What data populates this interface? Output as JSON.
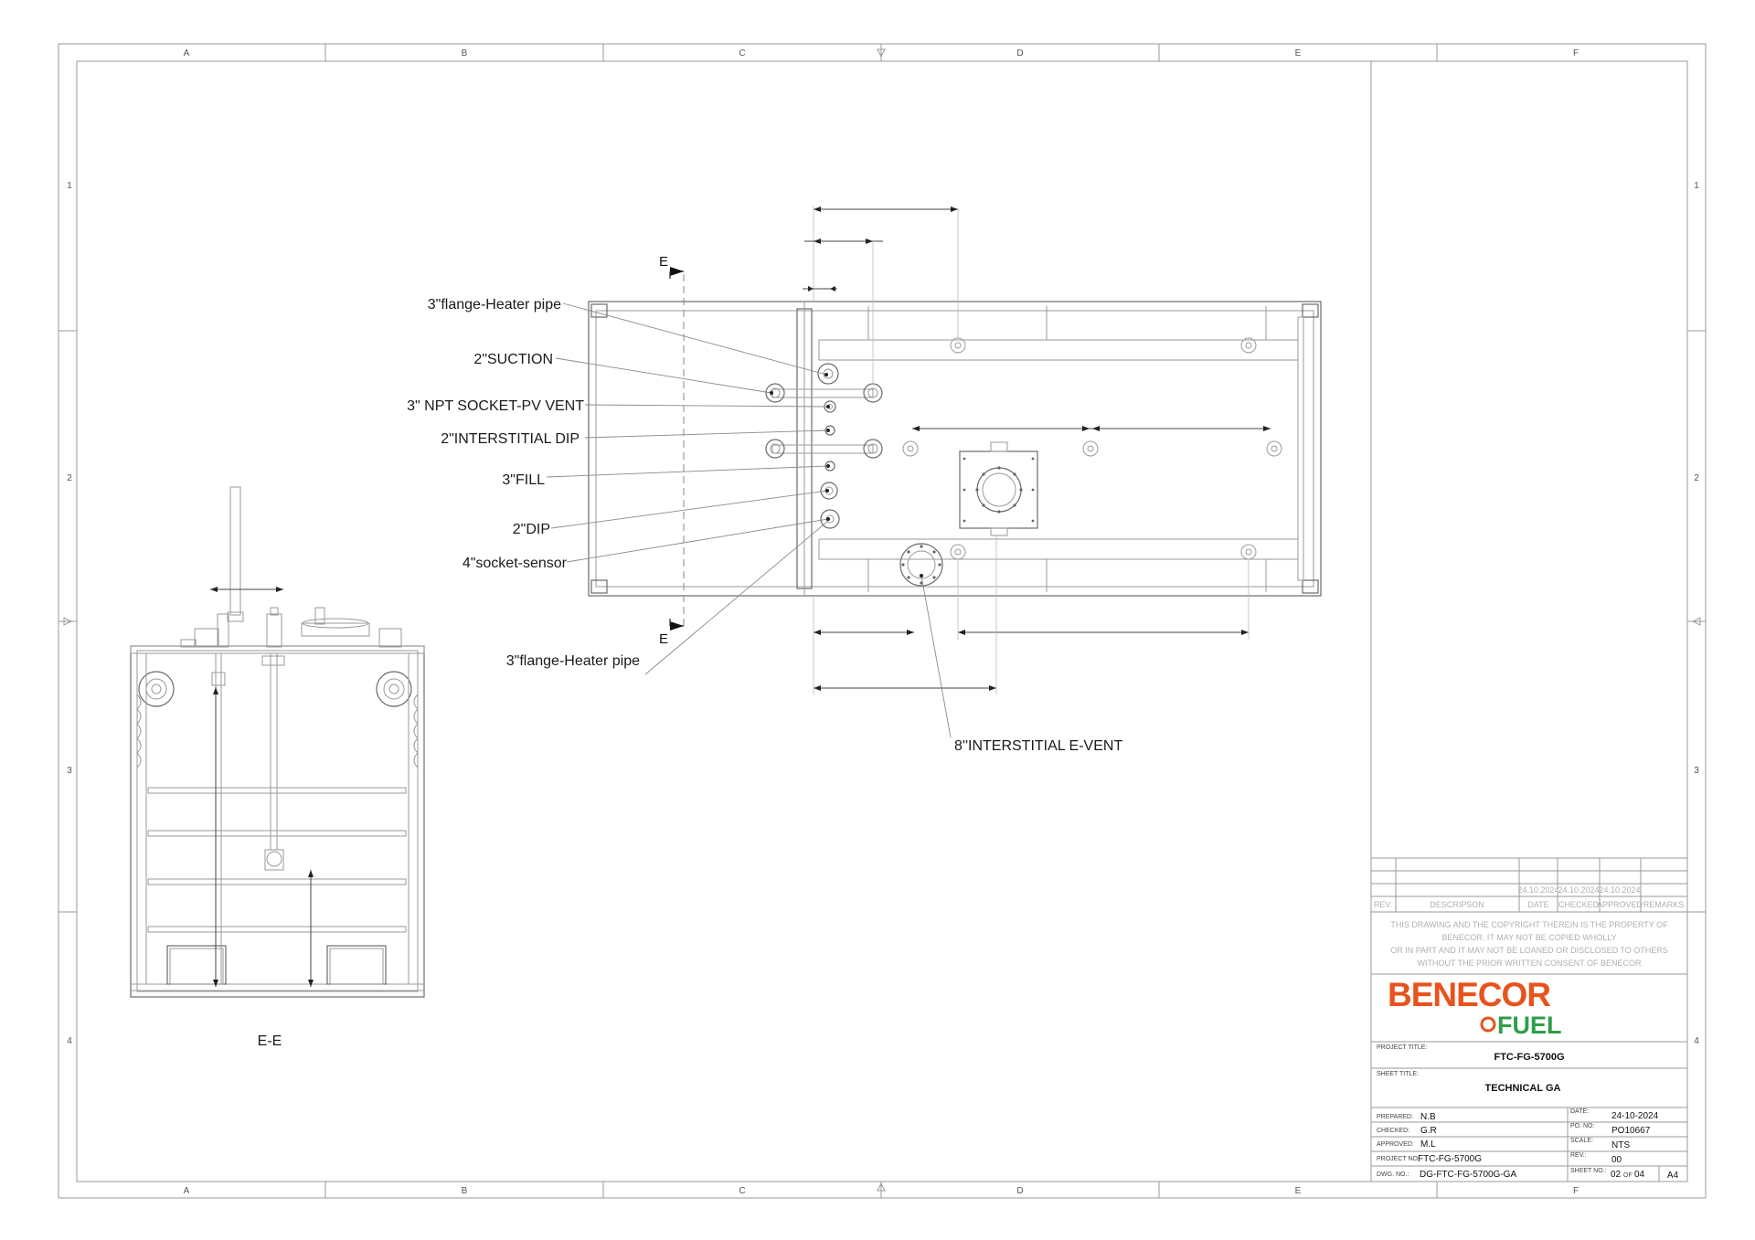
{
  "grid": {
    "columns": [
      "A",
      "B",
      "C",
      "D",
      "E",
      "F"
    ],
    "rows": [
      "1",
      "2",
      "3",
      "4"
    ]
  },
  "section_markers": {
    "top": "E",
    "bottom": "E"
  },
  "callouts": {
    "flange_heater_top": "3\"flange-Heater pipe",
    "suction": "2\"SUCTION",
    "npt_socket_pv_vent": "3\" NPT SOCKET-PV VENT",
    "interstitial_dip": "2\"INTERSTITIAL DIP",
    "fill": "3\"FILL",
    "dip": "2\"DIP",
    "socket_sensor": "4\"socket-sensor",
    "flange_heater_bottom": "3\"flange-Heater pipe",
    "interstitial_event": "8''INTERSTITIAL E-VENT"
  },
  "section_view": {
    "label": "E-E"
  },
  "title_block": {
    "revision_dates": [
      "24.10.2024",
      "24.10.2024",
      "24.10.2024"
    ],
    "revision_headers": {
      "rev": "REV.",
      "description": "DESCRIPSON",
      "date": "DATE",
      "checked": "CHECKED",
      "approved": "APPROVED",
      "remarks": "REMARKS"
    },
    "copyright_lines": [
      "THIS DRAWING AND THE COPYRIGHT THEREIN IS THE PROPERTY OF",
      "BENECOR. IT MAY NOT BE COPIED WHOLLY",
      "OR IN PART AND IT MAY NOT BE LOANED OR DISCLOSED TO OTHERS",
      "WITHOUT  THE PRIOR WRITTEN CONSENT OF BENECOR"
    ],
    "logo": {
      "word1": "BENECOR",
      "word2": "FUEL",
      "colors": {
        "orange": "#e8531d",
        "green": "#2e9e48"
      }
    },
    "project_title_label": "PROJECT TITLE:",
    "project_title": "FTC-FG-5700G",
    "sheet_title_label": "SHEET TITLE:",
    "sheet_title": "TECHNICAL GA",
    "fields": {
      "prepared_label": "PREPARED:",
      "prepared": "N.B",
      "checked_label": "CHECKED:",
      "checked": "G.R",
      "approved_label": "APPROVED:",
      "approved": "M.L",
      "project_no_label": "PROJECT NO:",
      "project_no": "FTC-FG-5700G",
      "dwg_no_label": "DWG. NO.:",
      "dwg_no": "DG-FTC-FG-5700G-GA",
      "date_label": "DATE:",
      "date": "24-10-2024",
      "po_no_label": "PO. NO:",
      "po_no": "PO10667",
      "scale_label": "SCALE:",
      "scale": "NTS",
      "rev_label": "REV.:",
      "rev": "00",
      "sheet_no_label": "SHEET NO.:",
      "sheet_no": "02",
      "sheet_of": "OF",
      "sheet_total": "04",
      "paper_size": "A4"
    }
  }
}
